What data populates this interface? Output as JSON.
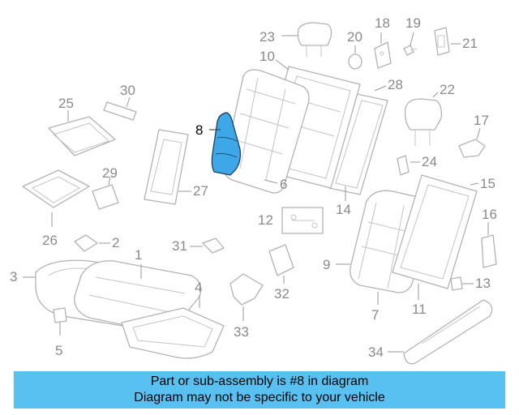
{
  "diagram": {
    "highlighted_part": "8",
    "highlight_color": "#3ea7e8",
    "callouts": {
      "c1": "1",
      "c2": "2",
      "c3": "3",
      "c4": "4",
      "c5": "5",
      "c6": "6",
      "c7": "7",
      "c8": "8",
      "c9": "9",
      "c10": "10",
      "c11": "11",
      "c12": "12",
      "c13": "13",
      "c14": "14",
      "c15": "15",
      "c16": "16",
      "c17": "17",
      "c18": "18",
      "c19": "19",
      "c20": "20",
      "c21": "21",
      "c22": "22",
      "c23": "23",
      "c24": "24",
      "c25": "25",
      "c26": "26",
      "c27": "27",
      "c28": "28",
      "c29": "29",
      "c30": "30",
      "c31": "31",
      "c32": "32",
      "c33": "33",
      "c34": "34"
    }
  },
  "banner": {
    "line1": "Part or sub-assembly is #8 in diagram",
    "line2": "Diagram may not be specific to your vehicle",
    "color": "#59c1f1"
  }
}
